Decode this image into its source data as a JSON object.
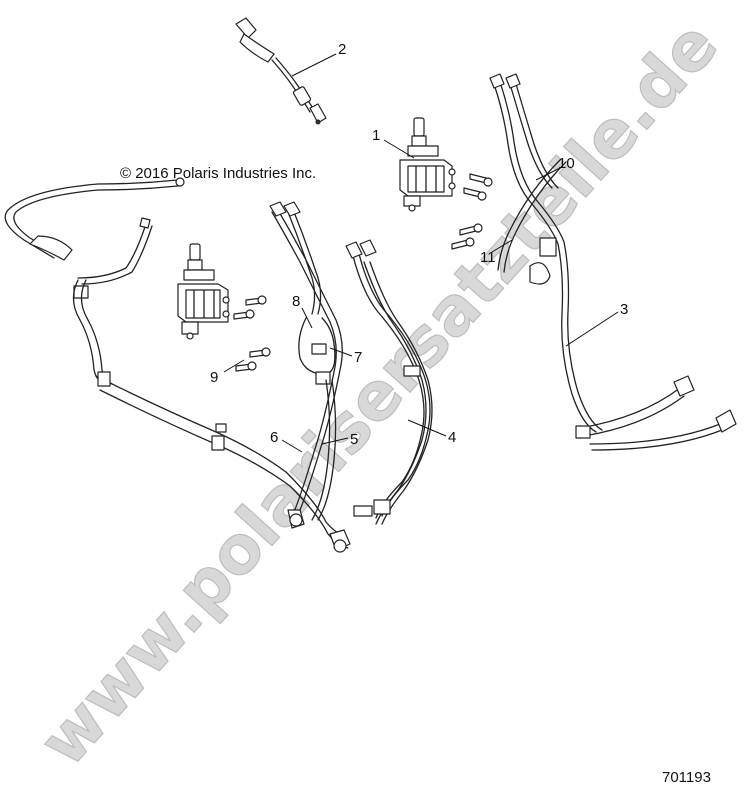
{
  "copyright": "© 2016 Polaris Industries Inc.",
  "watermark": "www.polarisersatzteile.de",
  "drawing_number": "701193",
  "callouts": [
    {
      "id": "c1",
      "text": "1"
    },
    {
      "id": "c2",
      "text": "2"
    },
    {
      "id": "c3",
      "text": "3"
    },
    {
      "id": "c4",
      "text": "4"
    },
    {
      "id": "c5",
      "text": "5"
    },
    {
      "id": "c6",
      "text": "6"
    },
    {
      "id": "c7",
      "text": "7"
    },
    {
      "id": "c8",
      "text": "8"
    },
    {
      "id": "c9",
      "text": "9"
    },
    {
      "id": "c10",
      "text": "10"
    },
    {
      "id": "c11",
      "text": "11"
    }
  ]
}
